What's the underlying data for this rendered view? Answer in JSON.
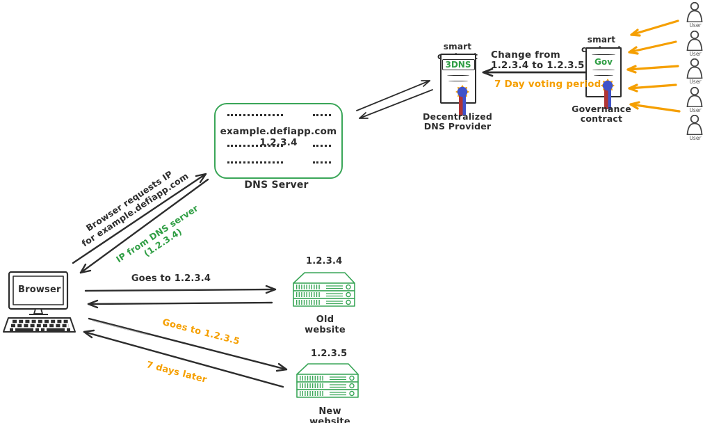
{
  "colors": {
    "green": "#3aa658",
    "green_text": "#2f9e44",
    "orange": "#f59f00",
    "ink": "#2d2d2d",
    "seal_blue": "#4053c9",
    "seal_red": "#b03434"
  },
  "browser": {
    "label": "Browser"
  },
  "dns_server": {
    "record_domain": "example.defiapp.com",
    "record_ip": "1.2.3.4",
    "label": "DNS Server"
  },
  "dns_provider": {
    "type_label": "smart contract",
    "doc_title": "3DNS",
    "caption_line1": "Decentralized",
    "caption_line2": "DNS Provider"
  },
  "governance": {
    "type_label": "smart contract",
    "doc_title": "Gov",
    "caption_line1": "Governance",
    "caption_line2": "contract"
  },
  "users": {
    "label": "User",
    "count": 5
  },
  "old_website": {
    "ip": "1.2.3.4",
    "label": "Old website"
  },
  "new_website": {
    "ip": "1.2.3.5",
    "label": "New website"
  },
  "arrows": {
    "request_line1": "Browser requests IP",
    "request_line2": "for example.defiapp.com",
    "response_line1": "IP from DNS server",
    "response_line2": "(1.2.3.4)",
    "goes_old": "Goes to 1.2.3.4",
    "goes_new": "Goes to 1.2.3.5",
    "seven_days_later": "7 days later",
    "change_line1": "Change from",
    "change_line2": "1.2.3.4 to 1.2.3.5",
    "voting_period": "7 Day voting period"
  }
}
